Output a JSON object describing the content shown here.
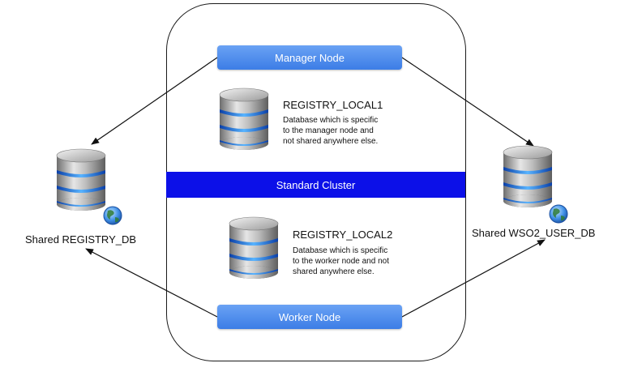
{
  "manager_node": {
    "label": "Manager Node"
  },
  "worker_node": {
    "label": "Worker Node"
  },
  "cluster": {
    "label": "Standard Cluster"
  },
  "registry_local1": {
    "title": "REGISTRY_LOCAL1",
    "description": [
      "Database which is specific",
      "to the manager node and",
      "not shared anywhere else."
    ]
  },
  "registry_local2": {
    "title": "REGISTRY_LOCAL2",
    "description": [
      "Database which is specific",
      "to the worker node and not",
      "shared anywhere else."
    ]
  },
  "shared_registry_db": {
    "label": "Shared REGISTRY_DB"
  },
  "shared_user_db": {
    "label": "Shared WSO2_USER_DB"
  },
  "icons": {
    "database": "database-icon",
    "globe": "globe-icon"
  },
  "colors": {
    "node_blue": "#4a88ee",
    "band_blue": "#0c10e8",
    "db_ring": "#2f7cf0"
  }
}
